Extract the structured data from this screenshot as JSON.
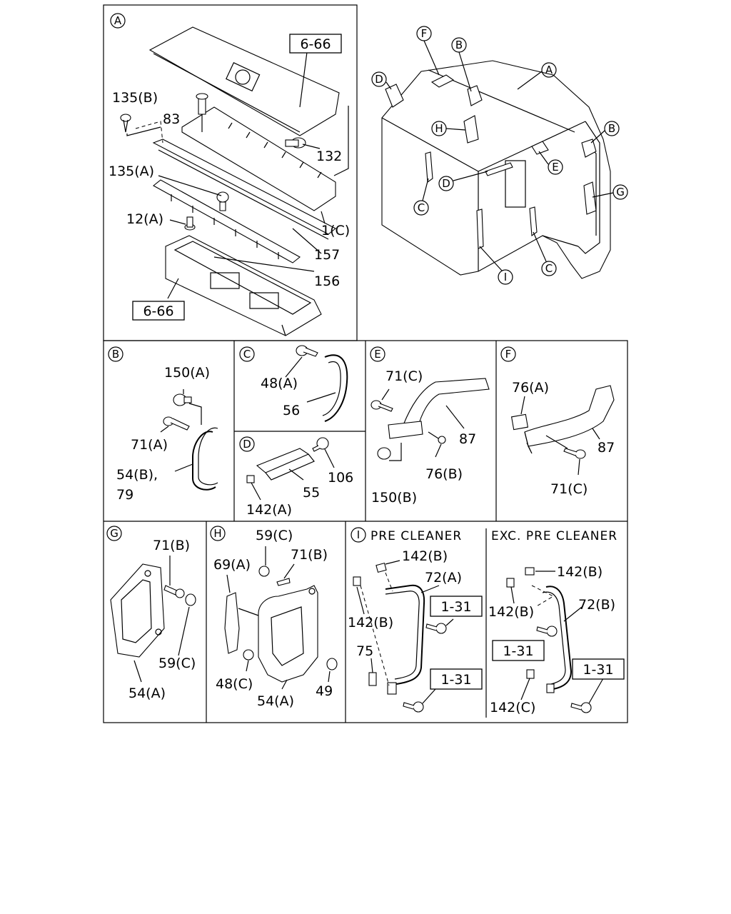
{
  "sections": {
    "A": {
      "marker": "A",
      "labels": {
        "l135b": "135(B)",
        "l83": "83",
        "l132": "132",
        "l135a": "135(A)",
        "l12a": "12(A)",
        "l1c": "1(C)",
        "l157": "157",
        "l156": "156"
      },
      "refs": {
        "r1": "6-66",
        "r2": "6-66"
      }
    },
    "overview": {
      "markers": {
        "F": "F",
        "B1": "B",
        "A": "A",
        "D1": "D",
        "H": "H",
        "B2": "B",
        "E": "E",
        "G": "G",
        "D2": "D",
        "C1": "C",
        "C2": "C",
        "I": "I"
      }
    },
    "B": {
      "marker": "B",
      "labels": {
        "l150a": "150(A)",
        "l71a": "71(A)",
        "l54b": "54(B),",
        "l79": "79"
      }
    },
    "C": {
      "marker": "C",
      "labels": {
        "l48a": "48(A)",
        "l56": "56"
      }
    },
    "D": {
      "marker": "D",
      "labels": {
        "l106": "106",
        "l55": "55",
        "l142a": "142(A)"
      }
    },
    "E": {
      "marker": "E",
      "labels": {
        "l71c": "71(C)",
        "l87": "87",
        "l76b": "76(B)",
        "l150b": "150(B)"
      }
    },
    "F": {
      "marker": "F",
      "labels": {
        "l76a": "76(A)",
        "l87": "87",
        "l71c": "71(C)"
      }
    },
    "G": {
      "marker": "G",
      "labels": {
        "l71b": "71(B)",
        "l59c": "59(C)",
        "l54a": "54(A)"
      }
    },
    "H": {
      "marker": "H",
      "labels": {
        "l59c": "59(C)",
        "l71b": "71(B)",
        "l69a": "69(A)",
        "l48c": "48(C)",
        "l54a": "54(A)",
        "l49": "49"
      }
    },
    "I": {
      "marker": "I",
      "title_left": "PRE  CLEANER",
      "title_right": "EXC. PRE  CLEANER",
      "labels": {
        "l142b1": "142(B)",
        "l72a": "72(A)",
        "l142b2": "142(B)",
        "l75": "75",
        "l142b3": "142(B)",
        "l142b4": "142(B)",
        "l72b": "72(B)",
        "l142c": "142(C)"
      },
      "refs": {
        "r1": "1-31",
        "r2": "1-31",
        "r3": "1-31",
        "r4": "1-31"
      }
    }
  }
}
